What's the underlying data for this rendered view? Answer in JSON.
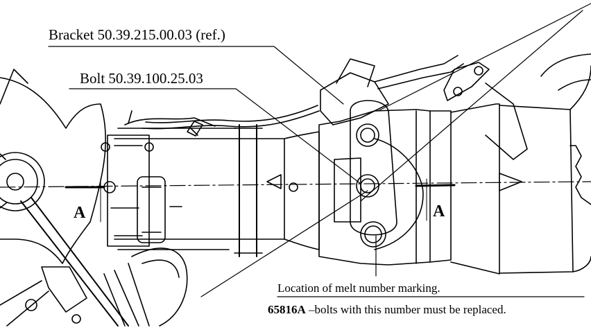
{
  "labels": {
    "bracket": "Bracket 50.39.215.00.03 (ref.)",
    "bolt": "Bolt 50.39.100.25.03",
    "melt_location": "Location of melt number marking.",
    "note_code": "65816A",
    "note_text": " –bolts with this number must be replaced."
  },
  "section_marks": {
    "left": "A",
    "right": "A"
  },
  "colors": {
    "ink": "#000000",
    "paper": "#ffffff"
  }
}
